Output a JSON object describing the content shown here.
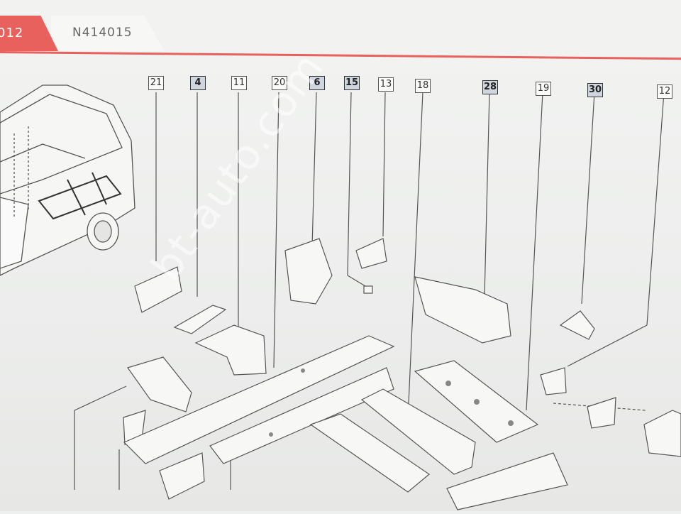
{
  "tabs": [
    {
      "label": "012"
    },
    {
      "label": "N414015"
    }
  ],
  "colors": {
    "accent": "#e8615d",
    "callout_highlight": "#cfd6e0",
    "line": "#555555"
  },
  "callouts": [
    {
      "label": "21",
      "highlight": false
    },
    {
      "label": "4",
      "highlight": true
    },
    {
      "label": "11",
      "highlight": false
    },
    {
      "label": "20",
      "highlight": false
    },
    {
      "label": "6",
      "highlight": true
    },
    {
      "label": "15",
      "highlight": true
    },
    {
      "label": "13",
      "highlight": false
    },
    {
      "label": "18",
      "highlight": false
    },
    {
      "label": "28",
      "highlight": true
    },
    {
      "label": "19",
      "highlight": false
    },
    {
      "label": "30",
      "highlight": true
    },
    {
      "label": "12",
      "highlight": false
    }
  ],
  "watermark": {
    "text": "bt-auto.com"
  }
}
